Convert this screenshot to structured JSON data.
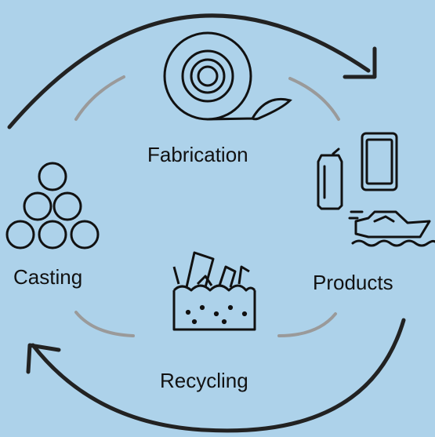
{
  "diagram": {
    "type": "cycle",
    "stages": [
      {
        "id": "fabrication",
        "label": "Fabrication",
        "icon": "foil-roll-icon"
      },
      {
        "id": "products",
        "label": "Products",
        "icon": "products-icon"
      },
      {
        "id": "recycling",
        "label": "Recycling",
        "icon": "scrap-bin-icon"
      },
      {
        "id": "casting",
        "label": "Casting",
        "icon": "ingot-stack-icon"
      }
    ],
    "flow_direction": "clockwise"
  },
  "colors": {
    "background": "#add2ea",
    "outer_arrow": "#222222",
    "inner_connector": "#9a9a9a",
    "icon_stroke": "#111111",
    "text": "#111111"
  }
}
